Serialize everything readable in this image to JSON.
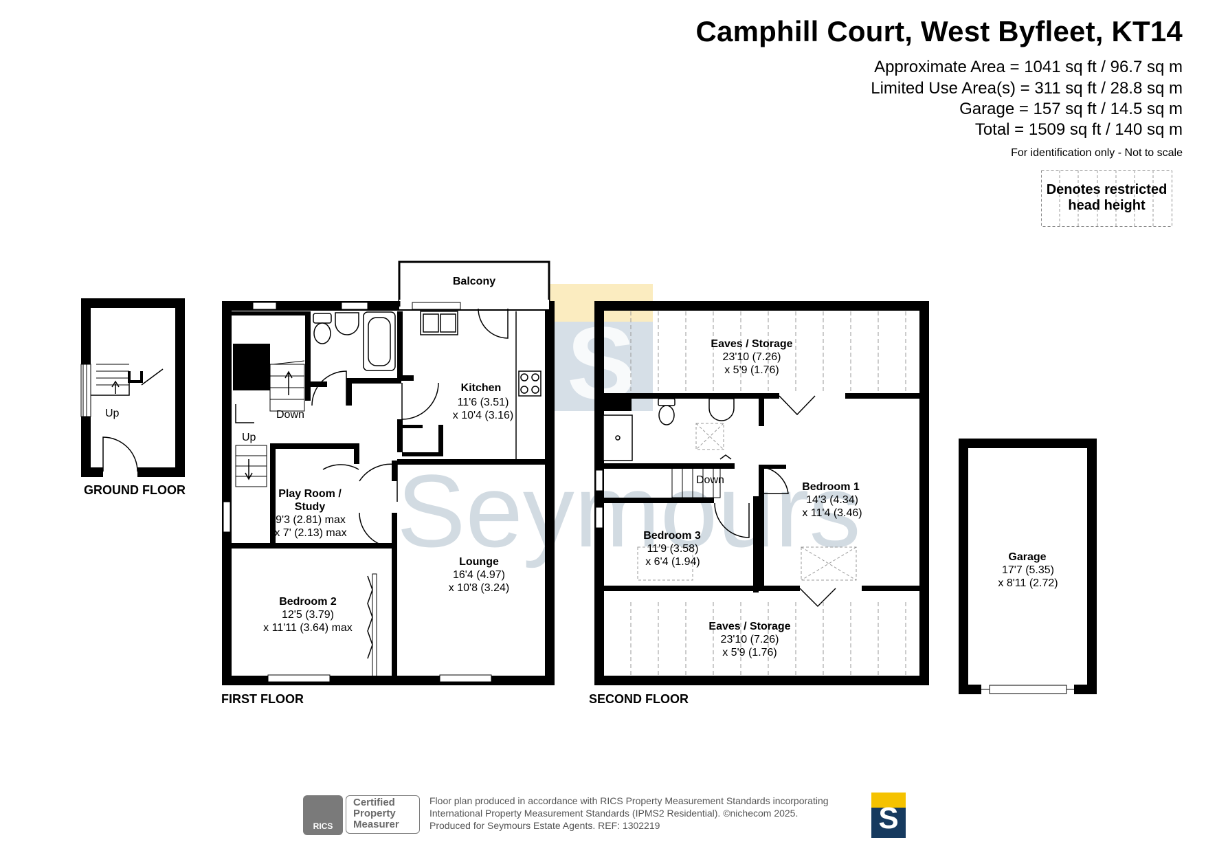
{
  "header": {
    "title": "Camphill Court, West Byfleet, KT14",
    "areas": [
      "Approximate Area = 1041 sq ft / 96.7 sq m",
      "Limited Use Area(s) = 311 sq ft / 28.8 sq m",
      "Garage = 157 sq ft / 14.5 sq m",
      "Total = 1509 sq ft / 140 sq m"
    ],
    "note": "For identification only - Not to scale"
  },
  "legend": {
    "line1": "Denotes restricted",
    "line2": "head height"
  },
  "floors": {
    "ground": "GROUND FLOOR",
    "first": "FIRST FLOOR",
    "second": "SECOND FLOOR"
  },
  "rooms": {
    "balcony": {
      "name": "Balcony"
    },
    "kitchen": {
      "name": "Kitchen",
      "dim1": "11'6 (3.51)",
      "dim2": "x 10'4 (3.16)"
    },
    "playroom": {
      "name1": "Play Room /",
      "name2": "Study",
      "dim1": "9'3 (2.81) max",
      "dim2": "x 7' (2.13) max"
    },
    "lounge": {
      "name": "Lounge",
      "dim1": "16'4 (4.97)",
      "dim2": "x 10'8 (3.24)"
    },
    "bedroom2": {
      "name": "Bedroom 2",
      "dim1": "12'5 (3.79)",
      "dim2": "x 11'11 (3.64) max"
    },
    "eaves_top": {
      "name": "Eaves / Storage",
      "dim1": "23'10 (7.26)",
      "dim2": "x 5'9 (1.76)"
    },
    "eaves_bottom": {
      "name": "Eaves / Storage",
      "dim1": "23'10 (7.26)",
      "dim2": "x 5'9 (1.76)"
    },
    "bedroom1": {
      "name": "Bedroom 1",
      "dim1": "14'3 (4.34)",
      "dim2": "x 11'4 (3.46)"
    },
    "bedroom3": {
      "name": "Bedroom 3",
      "dim1": "11'9 (3.58)",
      "dim2": "x 6'4 (1.94)"
    },
    "garage": {
      "name": "Garage",
      "dim1": "17'7 (5.35)",
      "dim2": "x 8'11 (2.72)"
    }
  },
  "stairs": {
    "up": "Up",
    "down": "Down"
  },
  "watermark": {
    "text": "Seymours",
    "letter": "S"
  },
  "footer": {
    "line1": "Floor plan produced in accordance with RICS Property Measurement Standards incorporating",
    "line2": "International Property Measurement Standards (IPMS2 Residential).   ©nichecom 2025.",
    "line3": "Produced for Seymours Estate Agents.   REF: 1302219"
  },
  "rics": {
    "badge": "RICS",
    "cert1": "Certified",
    "cert2": "Property",
    "cert3": "Measurer"
  },
  "colors": {
    "wall": "#000000",
    "brand_navy": "#163a5f",
    "brand_yellow": "#f5c200",
    "watermark": "#c8d3dc"
  }
}
